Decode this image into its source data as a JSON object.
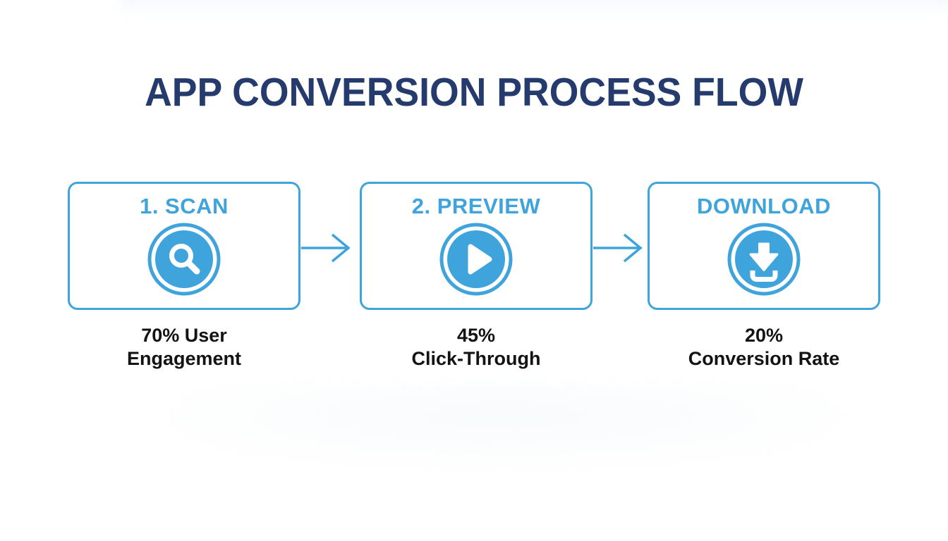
{
  "title": "APP CONVERSION PROCESS FLOW",
  "colors": {
    "accent": "#3FA3DC",
    "title_text": "#253A6D",
    "ink": "#131313",
    "background": "#FFFFFF"
  },
  "steps": [
    {
      "label": "1. SCAN",
      "icon": "search-icon",
      "metric_line1": "70% User",
      "metric_line2": "Engagement"
    },
    {
      "label": "2. PREVIEW",
      "icon": "play-icon",
      "metric_line1": "45%",
      "metric_line2": "Click-Through"
    },
    {
      "label": "DOWNLOAD",
      "icon": "download-icon",
      "metric_line1": "20%",
      "metric_line2": "Conversion Rate"
    }
  ],
  "connectors": [
    {
      "icon": "arrow-right-icon",
      "from": "1. SCAN",
      "to": "2. PREVIEW"
    },
    {
      "icon": "arrow-right-icon",
      "from": "2. PREVIEW",
      "to": "DOWNLOAD"
    }
  ]
}
